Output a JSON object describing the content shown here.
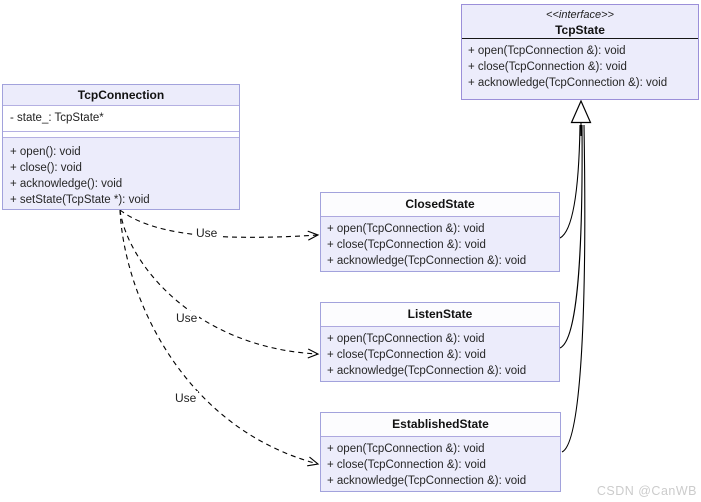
{
  "classes": [
    {
      "id": "TcpState",
      "stereotype": "<<interface>>",
      "name": "TcpState",
      "attributes": [],
      "methods": [
        "+ open(TcpConnection &): void",
        "+ close(TcpConnection &): void",
        "+ acknowledge(TcpConnection &): void"
      ]
    },
    {
      "id": "TcpConnection",
      "name": "TcpConnection",
      "attributes": [
        "- state_: TcpState*"
      ],
      "methods": [
        "+ open(): void",
        "+ close(): void",
        "+ acknowledge(): void",
        "+ setState(TcpState *): void"
      ]
    },
    {
      "id": "ClosedState",
      "name": "ClosedState",
      "attributes": [],
      "methods": [
        "+ open(TcpConnection &): void",
        "+ close(TcpConnection &): void",
        "+ acknowledge(TcpConnection &): void"
      ]
    },
    {
      "id": "ListenState",
      "name": "ListenState",
      "attributes": [],
      "methods": [
        "+ open(TcpConnection &): void",
        "+ close(TcpConnection &): void",
        "+ acknowledge(TcpConnection &): void"
      ]
    },
    {
      "id": "EstablishedState",
      "name": "EstablishedState",
      "attributes": [],
      "methods": [
        "+ open(TcpConnection &): void",
        "+ close(TcpConnection &): void",
        "+ acknowledge(TcpConnection &): void"
      ]
    }
  ],
  "relationships": [
    {
      "from": "TcpConnection",
      "to": "ClosedState",
      "type": "dependency",
      "label": "Use"
    },
    {
      "from": "TcpConnection",
      "to": "ListenState",
      "type": "dependency",
      "label": "Use"
    },
    {
      "from": "TcpConnection",
      "to": "EstablishedState",
      "type": "dependency",
      "label": "Use"
    },
    {
      "from": "ClosedState",
      "to": "TcpState",
      "type": "realization",
      "label": ""
    },
    {
      "from": "ListenState",
      "to": "TcpState",
      "type": "realization",
      "label": ""
    },
    {
      "from": "EstablishedState",
      "to": "TcpState",
      "type": "realization",
      "label": ""
    }
  ],
  "watermark": "CSDN @CanWB",
  "colors": {
    "box_fill": "#ECECFB",
    "box_title_fill": "#FCFCFE",
    "box_border": "#A2A2DC",
    "interface_border": "#9B8FD9",
    "interface_divider": "#161616",
    "edge": "#000000",
    "watermark_text": "#CCCCCC"
  }
}
